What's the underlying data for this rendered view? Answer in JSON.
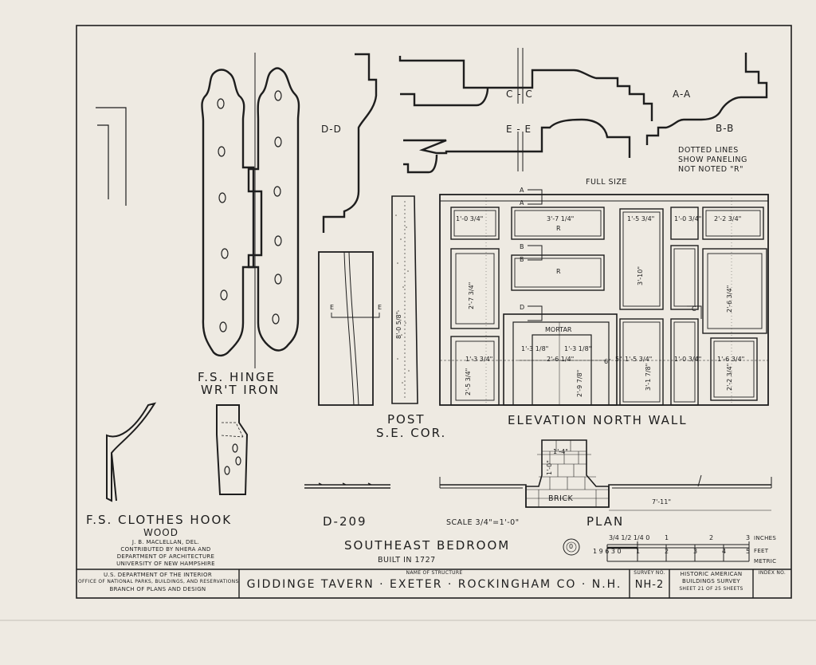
{
  "titles": {
    "hinge": "F.S. HINGE",
    "hinge_material": "WR'T IRON",
    "post": "POST",
    "post_location": "S.E. COR.",
    "elevation": "ELEVATION NORTH WALL",
    "clothes_hook": "F.S. CLOTHES HOOK",
    "clothes_hook_material": "WOOD",
    "moulding": "D-209",
    "plan": "PLAN",
    "plan_scale": "SCALE 3/4\"=1'-0\"",
    "room": "SOUTHEAST BEDROOM",
    "built": "BUILT IN 1727",
    "full_size": "FULL SIZE",
    "dotted_note_1": "DOTTED LINES",
    "dotted_note_2": "SHOW PANELING",
    "dotted_note_3": "NOT NOTED \"R\""
  },
  "sections": {
    "cc": "C - C",
    "ee": "E - E",
    "dd": "D-D",
    "aa": "A-A",
    "bb": "B-B"
  },
  "markers": {
    "a": "A",
    "b": "B",
    "c": "C",
    "d": "D",
    "e": "E",
    "r": "R",
    "mortar": "MORTAR",
    "brick": "BRICK",
    "ring": "0"
  },
  "dimensions": {
    "top_panel_left": "1'-0 3/4\"",
    "top_panel_mid": "3'-7 1/4\"",
    "top_panel_mid_right": "1'-5 3/4\"",
    "top_panel_right_small": "1'-0 3/4\"",
    "top_panel_right": "2'-2 3/4\"",
    "left_panel_h": "2'-7 3/4\"",
    "mid_panel_h": "3'-10\"",
    "fire_w": "2'-6 1/4\"",
    "fire_h": "2'-9 7/8\"",
    "lower_h": "3'-1 7/8\"",
    "lower_left_w": "1'-3 3/4\"",
    "lower_left_h": "2'-5 3/4\"",
    "lower_mid_w": "1'-5 3/4\"",
    "lower_right_w": "1'-0 3/4\"",
    "lower_right_far": "1'-6 3/4\"",
    "right_panel_h": "2'-6 3/4\"",
    "right_lower_h": "2'-2 3/4\"",
    "mortar_left": "1'-3 1/8\"",
    "mortar_right": "1'-3 1/8\"",
    "post_h": "8'-0 5/8\"",
    "plan_len": "7'-11\"",
    "plan_chimney_w": "1'-4\"",
    "plan_chimney_d": "1'-0\"",
    "gap_5": "5\"",
    "gap_6": "6\""
  },
  "scale_bar": {
    "inches_ticks": "3/4 1/2 1/4 0",
    "inches_end": "1",
    "inches_far": "2",
    "inches_last": "3",
    "inches_label": "INCHES",
    "feet_ticks": "1 9 6 3 0",
    "feet_1": "1",
    "feet_2": "2",
    "feet_3": "3",
    "feet_4": "4",
    "feet_5": "5",
    "feet_label": "FEET",
    "metric_label": "METRIC"
  },
  "credits": {
    "line1": "J. B. MACLELLAN, DEL.",
    "line2": "CONTRIBUTED BY NHERA AND",
    "line3": "DEPARTMENT OF ARCHITECTURE",
    "line4": "UNIVERSITY OF NEW HAMPSHIRE"
  },
  "title_block": {
    "agency_1": "U.S. DEPARTMENT OF THE INTERIOR",
    "agency_2": "OFFICE OF NATIONAL PARKS, BUILDINGS, AND RESERVATIONS",
    "agency_3": "BRANCH OF PLANS AND DESIGN",
    "name_label": "NAME OF STRUCTURE",
    "structure_name": "GIDDINGE TAVERN · EXETER · ROCKINGHAM CO · N.H.",
    "survey_label": "SURVEY NO.",
    "survey_no": "NH-2",
    "habs_1": "HISTORIC AMERICAN",
    "habs_2": "BUILDINGS SURVEY",
    "sheet": "SHEET 21 OF 25 SHEETS",
    "index_label": "INDEX NO."
  },
  "colors": {
    "ink": "#1e1e1e",
    "paper": "#eeeae2"
  }
}
